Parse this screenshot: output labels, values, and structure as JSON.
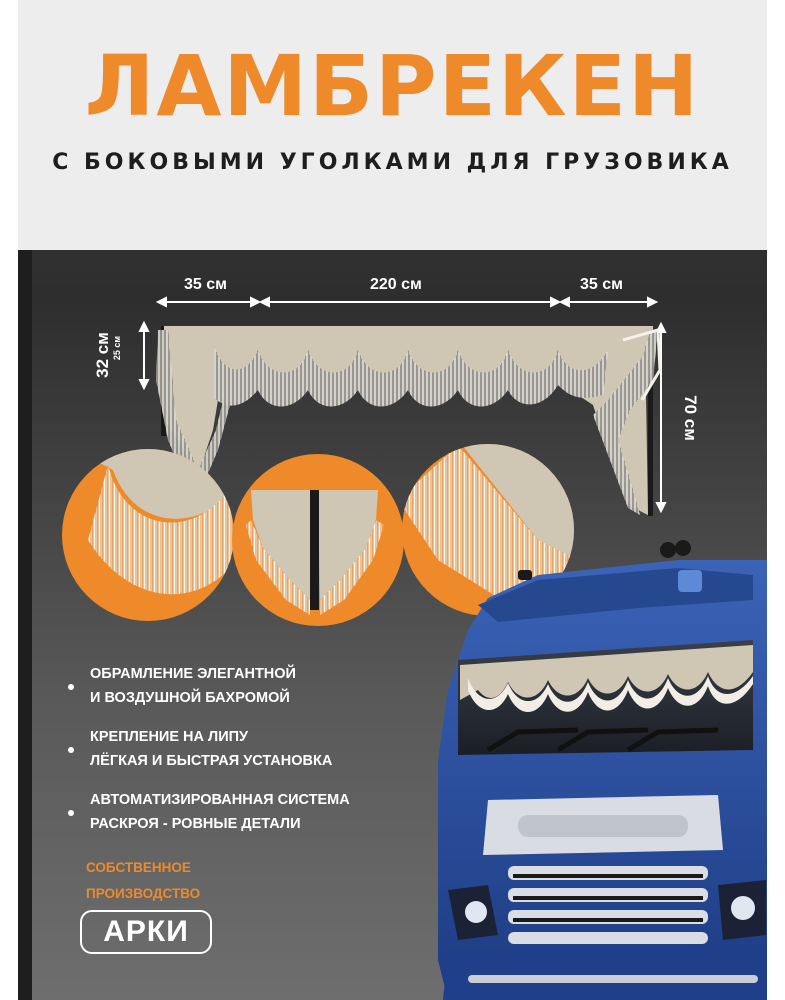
{
  "header": {
    "title": "ЛАМБРЕКЕН",
    "subtitle": "С БОКОВЫМИ УГОЛКАМИ ДЛЯ ГРУЗОВИКА"
  },
  "dimensions": {
    "left_width": "35 см",
    "center_width": "220 см",
    "right_width": "35 см",
    "height_outer": "32 см",
    "height_inner": "25 см",
    "side_height": "70 см"
  },
  "features": [
    {
      "line1": "ОБРАМЛЕНИЕ ЭЛЕГАНТНОЙ",
      "line2": "И ВОЗДУШНОЙ БАХРОМОЙ"
    },
    {
      "line1": "КРЕПЛЕНИЕ НА ЛИПУ",
      "line2": "ЛЁГКАЯ И БЫСТРАЯ УСТАНОВКА"
    },
    {
      "line1": "АВТОМАТИЗИРОВАННАЯ СИСТЕМА",
      "line2": "РАСКРОЯ - РОВНЫЕ ДЕТАЛИ"
    }
  ],
  "own_production": {
    "line1": "СОБСТВЕННОЕ",
    "line2": "ПРОИЗВОДСТВО"
  },
  "brand": "АРКИ",
  "colors": {
    "accent": "#ef8a2a",
    "fabric": "#cfc7b3",
    "fringe": "#f5f3ee",
    "truck": "#2d4fa0",
    "header_bg": "#ededed"
  }
}
